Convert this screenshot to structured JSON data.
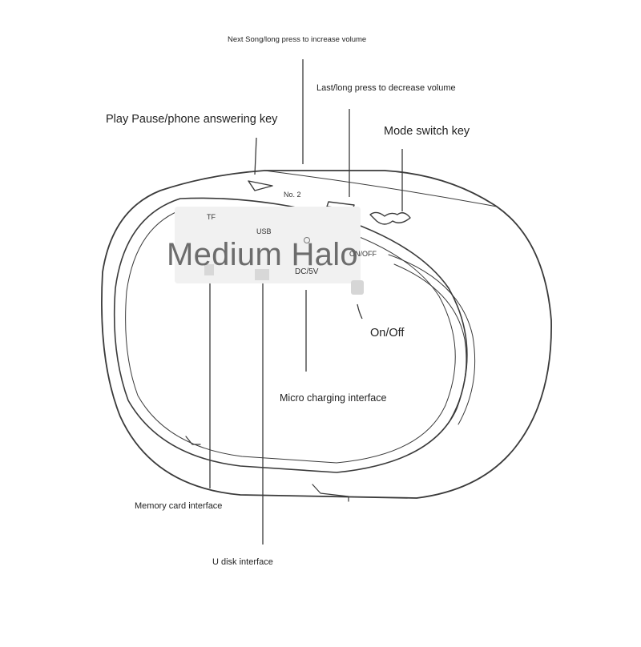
{
  "labels": {
    "next_song": "Next Song/long press to increase volume",
    "last": "Last/long press to decrease volume",
    "play_pause": "Play Pause/phone answering key",
    "mode_switch": "Mode switch key",
    "on_off": "On/Off",
    "micro_charging": "Micro charging interface",
    "memory_card": "Memory card interface",
    "u_disk": "U disk interface"
  },
  "device": {
    "model": "No. 2",
    "port_tf": "TF",
    "port_usb": "USB",
    "port_dc": "DC/5V",
    "port_onoff": "ON/OFF"
  },
  "watermark": "Medium Halo"
}
